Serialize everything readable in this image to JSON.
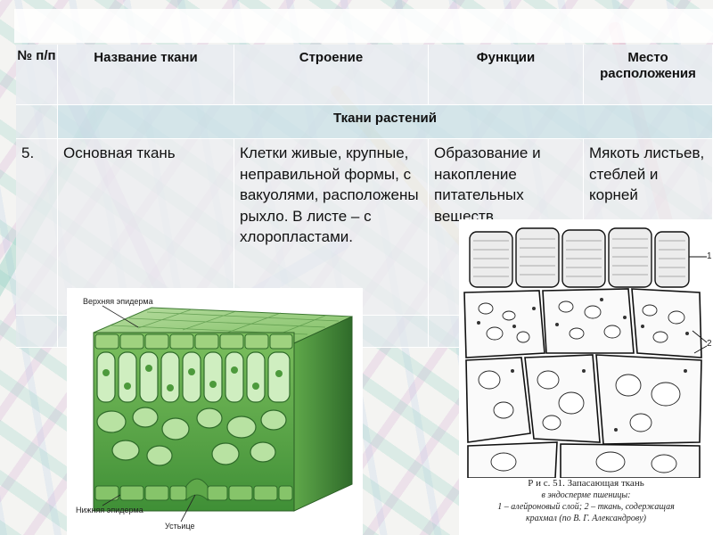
{
  "table": {
    "headers": {
      "num": "№ п/п",
      "name": "Название ткани",
      "structure": "Строение",
      "functions": "Функции",
      "location": "Место расположения"
    },
    "section": "Ткани растений",
    "row": {
      "num": "5.",
      "name": "Основная ткань",
      "structure": "Клетки живые, крупные, неправильной формы,  с вакуолями, расположены рыхло. В листе – с хлоропластами.",
      "functions": "Образование и накопление питательных веществ",
      "location": "Мякоть листьев, стеблей и корней"
    }
  },
  "figure_left": {
    "label_top": "Верхняя эпидерма",
    "label_bottom": "Нижняя эпидерма",
    "label_stoma": "Устьице"
  },
  "figure_right": {
    "marker_1": "1",
    "marker_2": "2",
    "caption_line1": "Р и с. 51. Запасающая ткань",
    "caption_line2": "в эндосперме пшеницы:",
    "caption_line3": "1 – алейроновый слой; 2 – ткань, содержащая",
    "caption_line4": "крахмал (по В. Г. Александрову)"
  },
  "colors": {
    "leaf_green": "#6aa84f",
    "dark_green": "#2f6b2a",
    "header_bg": "#e8ecf0",
    "section_bg": "#cee2e8"
  }
}
